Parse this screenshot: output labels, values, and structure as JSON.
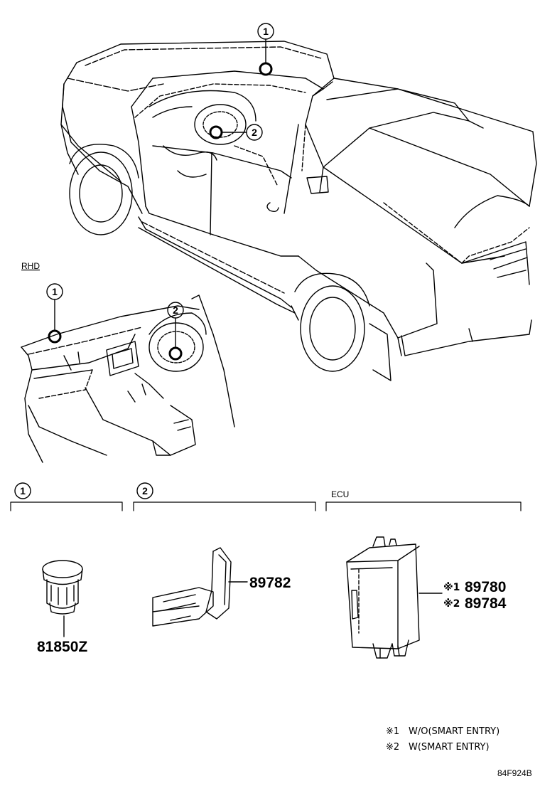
{
  "callouts": {
    "c1": "1",
    "c2": "2"
  },
  "rhd_label": "RHD",
  "sections": {
    "s1": {
      "number": "1"
    },
    "s2": {
      "number": "2"
    },
    "s3": {
      "title": "ECU"
    }
  },
  "parts": {
    "sensor": "81850Z",
    "bracket": "89782",
    "ecu_mark1": "※1",
    "ecu_part1": "89780",
    "ecu_mark2": "※2",
    "ecu_part2": "89784"
  },
  "notes": [
    {
      "mark": "※1",
      "text": "W/O(SMART ENTRY)"
    },
    {
      "mark": "※2",
      "text": "W(SMART ENTRY)"
    }
  ],
  "diagram_code": "84F924B"
}
